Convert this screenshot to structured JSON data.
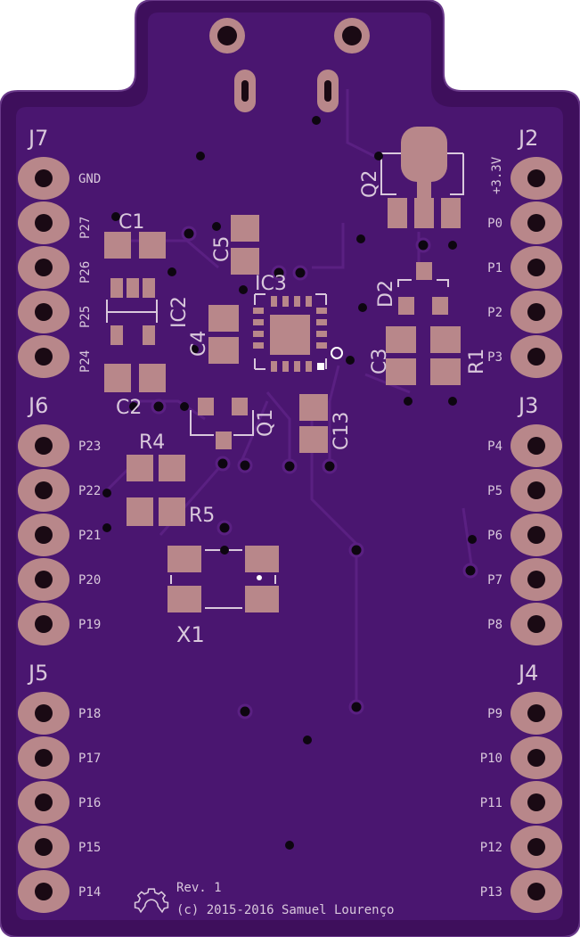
{
  "board": {
    "colors": {
      "soldermask": "#3e0f5c",
      "copper_pour": "#4a1670",
      "trace": "#5a2082",
      "pad": "#b8878a",
      "drill": "#1a0a14",
      "silkscreen": "#d9c8dc",
      "via": "#0d0610"
    },
    "headers": {
      "left": [
        {
          "name": "J7",
          "pins": [
            "GND",
            "P27",
            "P26",
            "P25",
            "P24"
          ]
        },
        {
          "name": "J6",
          "pins": [
            "P23",
            "P22",
            "P21",
            "P20",
            "P19"
          ]
        },
        {
          "name": "J5",
          "pins": [
            "P18",
            "P17",
            "P16",
            "P15",
            "P14"
          ]
        }
      ],
      "right": [
        {
          "name": "J2",
          "pins": [
            "+3.3V",
            "P0",
            "P1",
            "P2",
            "P3"
          ]
        },
        {
          "name": "J3",
          "pins": [
            "P4",
            "P5",
            "P6",
            "P7",
            "P8"
          ]
        },
        {
          "name": "J4",
          "pins": [
            "P9",
            "P10",
            "P11",
            "P12",
            "P13"
          ]
        }
      ]
    },
    "components": {
      "C1": "C1",
      "C2": "C2",
      "C3": "C3",
      "C4": "C4",
      "C5": "C5",
      "C13": "C13",
      "IC2": "IC2",
      "IC3": "IC3",
      "Q1": "Q1",
      "Q2": "Q2",
      "D2": "D2",
      "R1": "R1",
      "R4": "R4",
      "R5": "R5",
      "X1": "X1"
    },
    "footer": {
      "revision": "Rev. 1",
      "copyright": "(c) 2015-2016 Samuel Lourenço"
    },
    "logo_icon": "open-hardware-gear-icon"
  }
}
